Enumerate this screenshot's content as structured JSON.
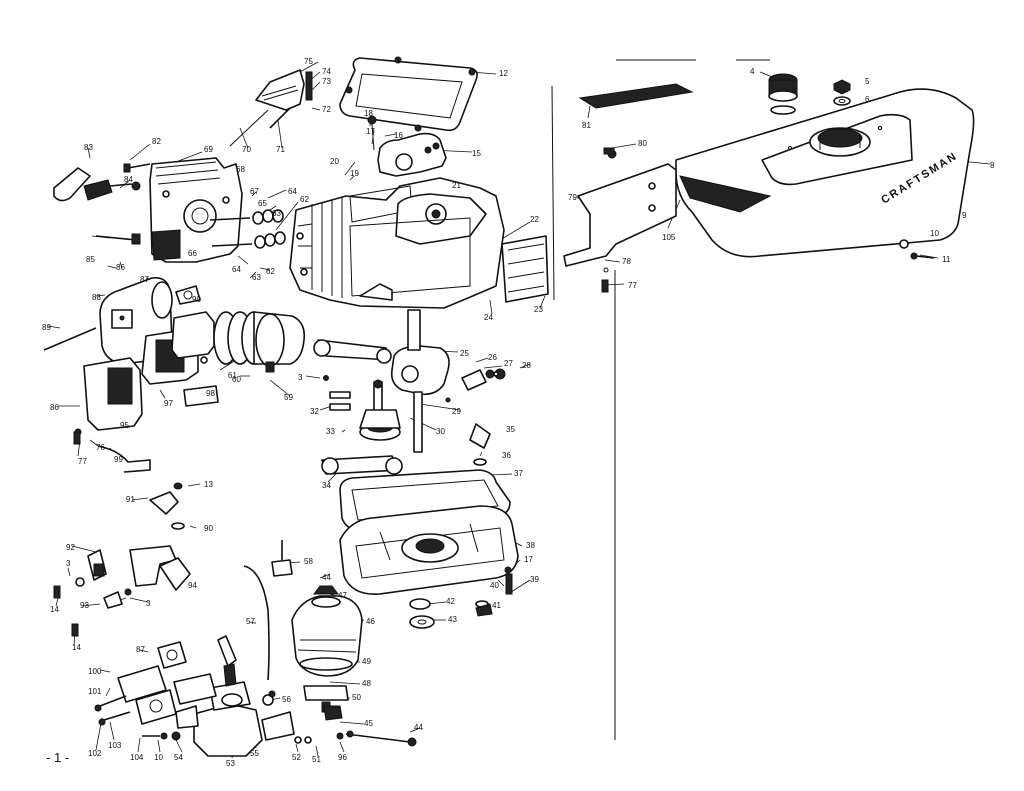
{
  "brand_text": "CRAFTSMAN",
  "page_number": "- 1 -",
  "callouts": [
    {
      "n": "75"
    },
    {
      "n": "74"
    },
    {
      "n": "73"
    },
    {
      "n": "72"
    },
    {
      "n": "12"
    },
    {
      "n": "4"
    },
    {
      "n": "5"
    },
    {
      "n": "6"
    },
    {
      "n": "83"
    },
    {
      "n": "82"
    },
    {
      "n": "69"
    },
    {
      "n": "70"
    },
    {
      "n": "71"
    },
    {
      "n": "18"
    },
    {
      "n": "16"
    },
    {
      "n": "17"
    },
    {
      "n": "15"
    },
    {
      "n": "20"
    },
    {
      "n": "81"
    },
    {
      "n": "80"
    },
    {
      "n": "84"
    },
    {
      "n": "68"
    },
    {
      "n": "67"
    },
    {
      "n": "64"
    },
    {
      "n": "65"
    },
    {
      "n": "63"
    },
    {
      "n": "62"
    },
    {
      "n": "19"
    },
    {
      "n": "21"
    },
    {
      "n": "22"
    },
    {
      "n": "79"
    },
    {
      "n": "8"
    },
    {
      "n": "9"
    },
    {
      "n": "105"
    },
    {
      "n": "10"
    },
    {
      "n": "11"
    },
    {
      "n": "85"
    },
    {
      "n": "86"
    },
    {
      "n": "66"
    },
    {
      "n": "64"
    },
    {
      "n": "63"
    },
    {
      "n": "62"
    },
    {
      "n": "87"
    },
    {
      "n": "78"
    },
    {
      "n": "77"
    },
    {
      "n": "24"
    },
    {
      "n": "23"
    },
    {
      "n": "88"
    },
    {
      "n": "89"
    },
    {
      "n": "25"
    },
    {
      "n": "26"
    },
    {
      "n": "27"
    },
    {
      "n": "28"
    },
    {
      "n": "61"
    },
    {
      "n": "60"
    },
    {
      "n": "59"
    },
    {
      "n": "3"
    },
    {
      "n": "90"
    },
    {
      "n": "97"
    },
    {
      "n": "98"
    },
    {
      "n": "95"
    },
    {
      "n": "32"
    },
    {
      "n": "29"
    },
    {
      "n": "30"
    },
    {
      "n": "33"
    },
    {
      "n": "35"
    },
    {
      "n": "36"
    },
    {
      "n": "77"
    },
    {
      "n": "76"
    },
    {
      "n": "99"
    },
    {
      "n": "34"
    },
    {
      "n": "37"
    },
    {
      "n": "13"
    },
    {
      "n": "91"
    },
    {
      "n": "90"
    },
    {
      "n": "38"
    },
    {
      "n": "92"
    },
    {
      "n": "94"
    },
    {
      "n": "3"
    },
    {
      "n": "58"
    },
    {
      "n": "17"
    },
    {
      "n": "44"
    },
    {
      "n": "47"
    },
    {
      "n": "39"
    },
    {
      "n": "40"
    },
    {
      "n": "14"
    },
    {
      "n": "93"
    },
    {
      "n": "3"
    },
    {
      "n": "42"
    },
    {
      "n": "41"
    },
    {
      "n": "43"
    },
    {
      "n": "14"
    },
    {
      "n": "57"
    },
    {
      "n": "46"
    },
    {
      "n": "87"
    },
    {
      "n": "49"
    },
    {
      "n": "100"
    },
    {
      "n": "48"
    },
    {
      "n": "101"
    },
    {
      "n": "56"
    },
    {
      "n": "50"
    },
    {
      "n": "45"
    },
    {
      "n": "44"
    },
    {
      "n": "102"
    },
    {
      "n": "103"
    },
    {
      "n": "104"
    },
    {
      "n": "10"
    },
    {
      "n": "54"
    },
    {
      "n": "55"
    },
    {
      "n": "53"
    },
    {
      "n": "52"
    },
    {
      "n": "51"
    },
    {
      "n": "96"
    },
    {
      "n": "86"
    }
  ]
}
